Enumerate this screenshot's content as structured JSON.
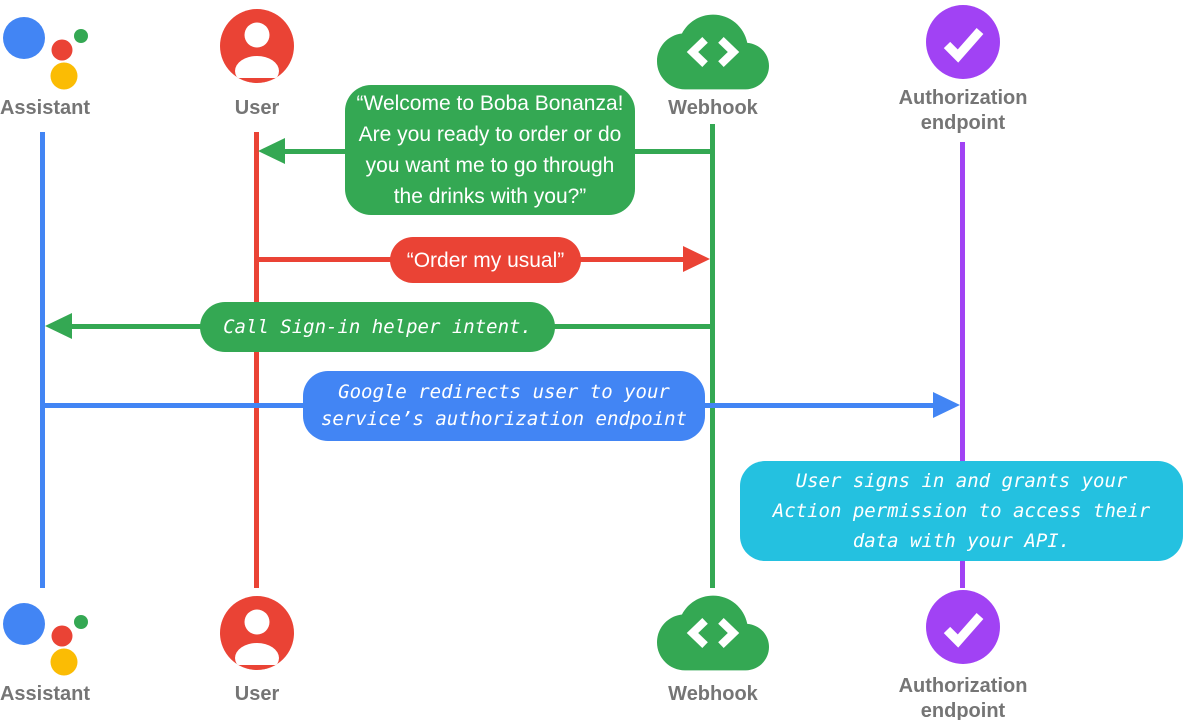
{
  "title": "Assistant account linking sign-in sequence diagram",
  "colors": {
    "assistant_blue": "#4285F4",
    "user_red": "#EA4335",
    "webhook_green": "#34A853",
    "auth_purple": "#A142F4",
    "note_cyan": "#24C1E0",
    "logo_yellow": "#FBBC04",
    "label_gray": "#757575",
    "bubble_text": "#FFFFFF"
  },
  "actors": {
    "assistant": {
      "label": "Assistant"
    },
    "user": {
      "label": "User"
    },
    "webhook": {
      "label": "Webhook"
    },
    "auth": {
      "label": "Authorization endpoint"
    }
  },
  "messages": {
    "welcome": {
      "text": "“Welcome to Boba Bonanza! Are you ready to order or do you want me to go through the drinks with you?”",
      "from": "Webhook",
      "to": "User",
      "kind": "speech",
      "color": "#34A853"
    },
    "order": {
      "text": "“Order my usual”",
      "from": "User",
      "to": "Webhook",
      "kind": "speech",
      "color": "#EA4335"
    },
    "signin": {
      "text": "Call Sign-in helper intent.",
      "from": "Webhook",
      "to": "Assistant",
      "kind": "system",
      "color": "#34A853"
    },
    "redirect": {
      "text": "Google redirects user to your service’s authorization endpoint",
      "from": "Assistant",
      "to": "Authorization endpoint",
      "kind": "system",
      "color": "#4285F4"
    },
    "grants": {
      "text": "User signs in and grants your Action permission to access their data with your API.",
      "at": "Authorization endpoint",
      "kind": "note",
      "color": "#24C1E0"
    }
  }
}
